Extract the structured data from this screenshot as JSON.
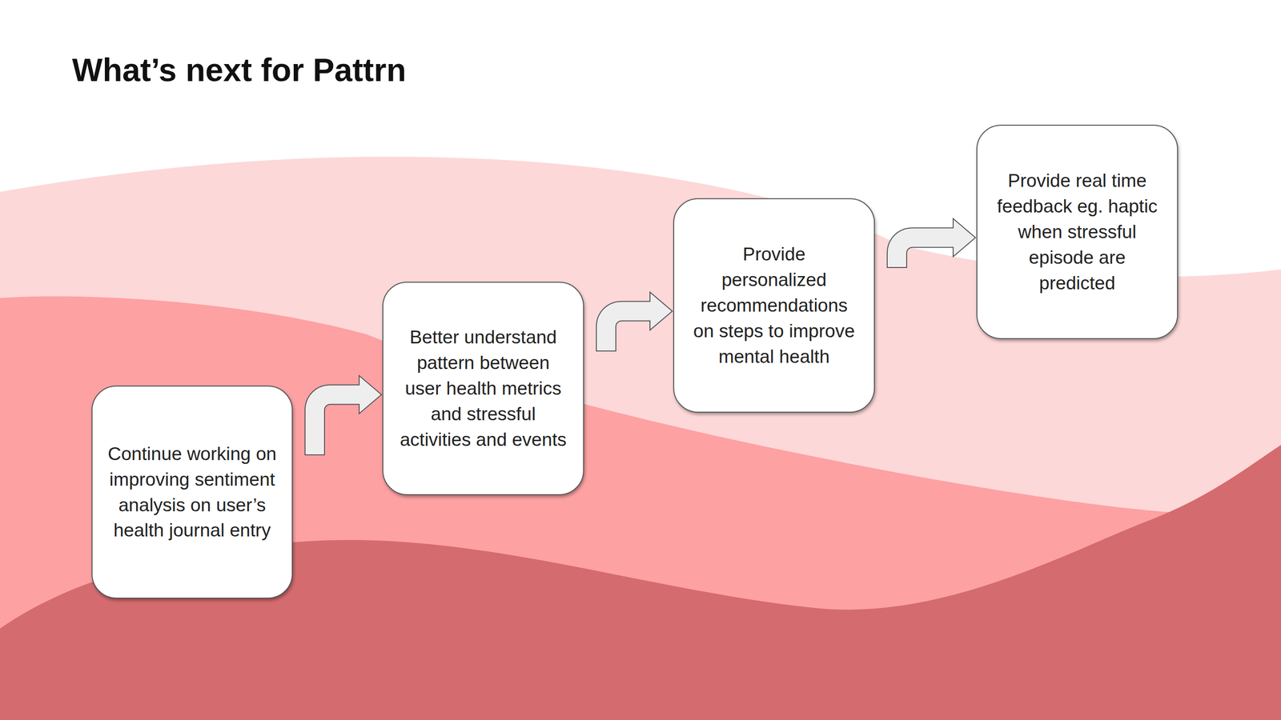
{
  "diagram": {
    "title": "What’s next for Pattrn",
    "nodes": [
      {
        "text": [
          "Continue working on improving sentiment analysis on user’s health journal entry"
        ]
      },
      {
        "text": [
          "Better understand pattern between user health metrics and stressful  activities and events"
        ]
      },
      {
        "text": [
          "Provide personalized recommendations on steps to improve mental health"
        ]
      },
      {
        "text": [
          "Provide real time feedback eg. haptic when stressful episode are predicted"
        ]
      }
    ],
    "edges": [
      {
        "from": 0,
        "to": 1,
        "arrow": "to"
      },
      {
        "from": 1,
        "to": 2,
        "arrow": "to"
      },
      {
        "from": 2,
        "to": 3,
        "arrow": "to"
      }
    ]
  }
}
